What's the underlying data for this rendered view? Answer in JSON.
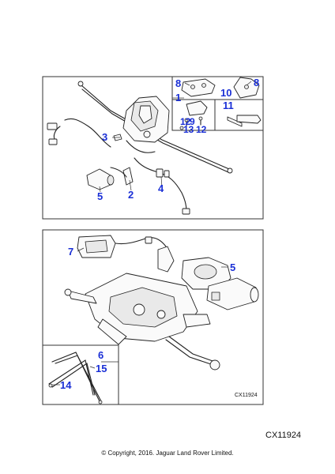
{
  "callouts": {
    "c1": "1",
    "c2": "2",
    "c3": "3",
    "c4": "4",
    "c5_top": "5",
    "c5_bottom": "5",
    "c6": "6",
    "c7": "7",
    "c8_left": "8",
    "c8_right": "8",
    "c9": "9",
    "c10": "10",
    "c11": "11",
    "c12_top": "12",
    "c12_bottom": "12",
    "c13": "13",
    "c14": "14",
    "c15": "15"
  },
  "inner_code": "CX11924",
  "reference_code": "CX11924",
  "copyright": "© Copyright, 2016. Jaguar Land Rover Limited.",
  "colors": {
    "callout": "#1a2fd6",
    "line": "#222222"
  }
}
